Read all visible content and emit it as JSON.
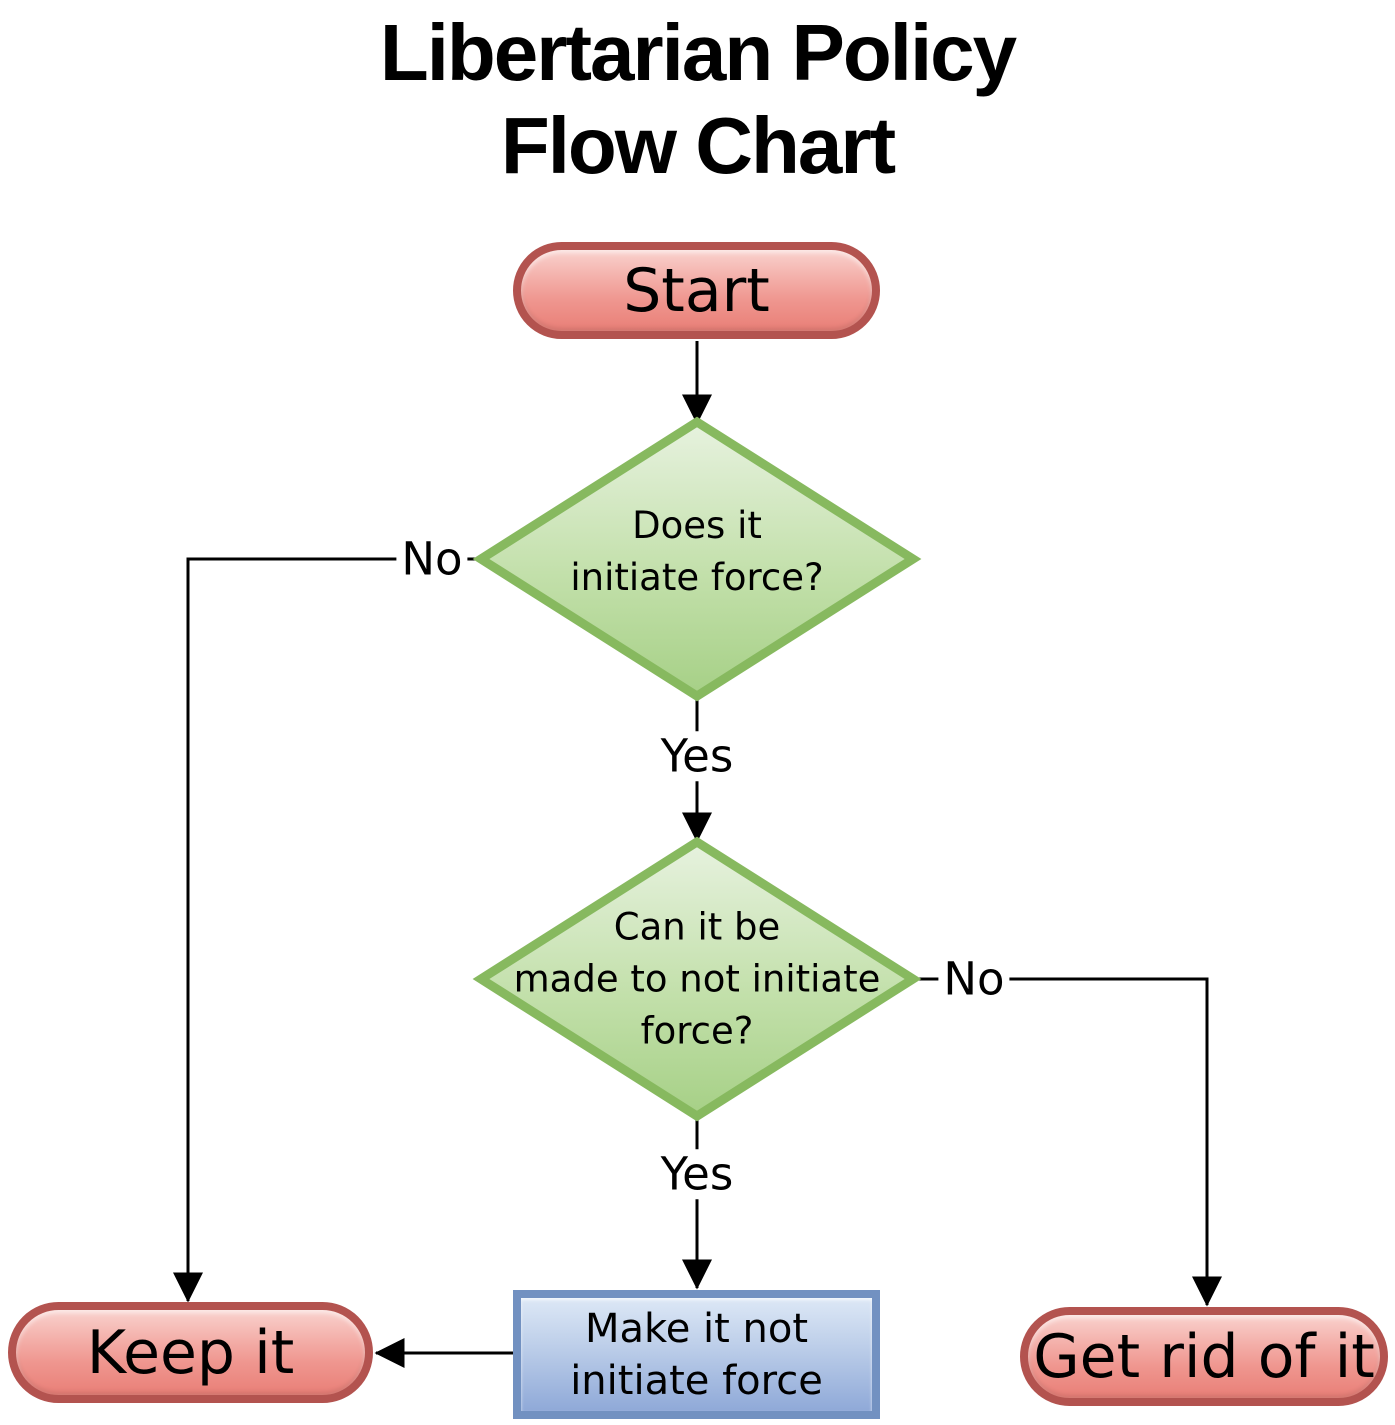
{
  "title": {
    "line1": "Libertarian Policy",
    "line2": "Flow Chart"
  },
  "nodes": {
    "start": {
      "label": "Start",
      "shape": "terminator"
    },
    "decision1": {
      "label": "Does it\ninitiate force?",
      "shape": "decision"
    },
    "decision2": {
      "label": "Can it be\nmade to not initiate\nforce?",
      "shape": "decision"
    },
    "process": {
      "label": "Make it not\ninitiate force",
      "shape": "process"
    },
    "keep": {
      "label": "Keep it",
      "shape": "terminator"
    },
    "get_rid": {
      "label": "Get rid of it",
      "shape": "terminator"
    }
  },
  "edge_labels": {
    "decision1_no": "No",
    "decision1_yes": "Yes",
    "decision2_no": "No",
    "decision2_yes": "Yes"
  },
  "colors": {
    "terminator_border": "#b3534f",
    "terminator_fill_top": "#f9d2ce",
    "terminator_fill_bottom": "#e97f77",
    "decision_border": "#87b95f",
    "decision_fill_top": "#e7f2df",
    "decision_fill_bottom": "#a6d086",
    "process_border": "#7291c1",
    "process_fill_top": "#dde8f6",
    "process_fill_bottom": "#8fa9d8",
    "connector": "#000000",
    "text": "#000000",
    "background": "#ffffff"
  }
}
